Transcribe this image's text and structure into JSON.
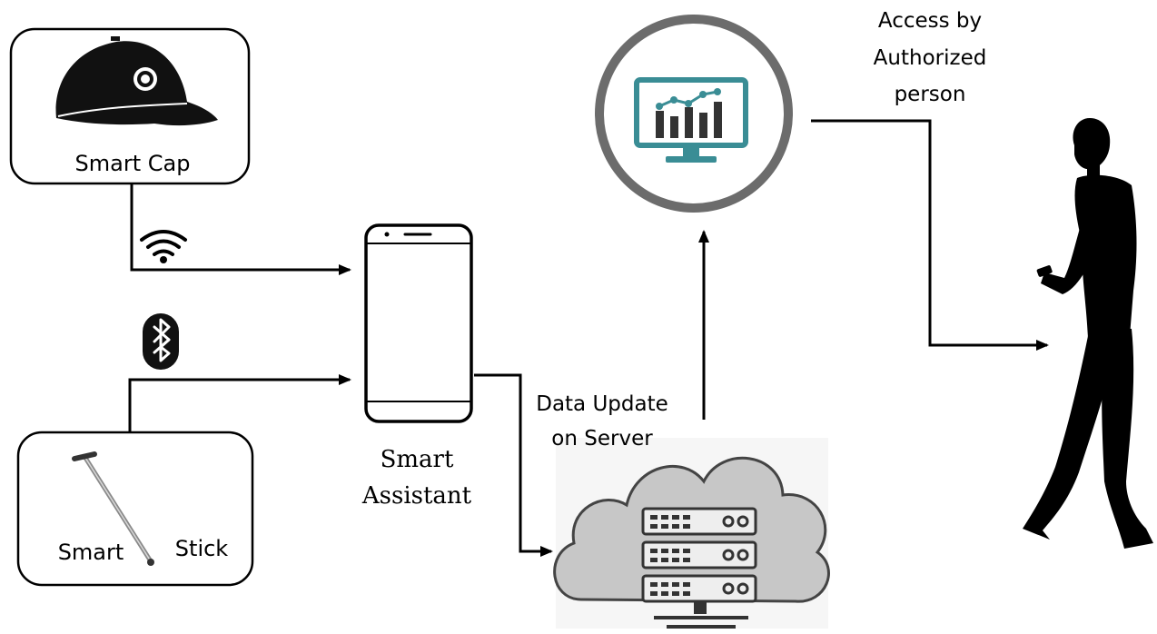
{
  "nodes": {
    "smart_cap": {
      "label": "Smart Cap"
    },
    "smart_stick": {
      "label_left": "Smart",
      "label_right": "Stick"
    },
    "smart_assistant": {
      "label_line1": "Smart",
      "label_line2": "Assistant"
    },
    "server": {
      "label_line1": "Data Update",
      "label_line2": "on Server"
    },
    "access": {
      "label_line1": "Access by",
      "label_line2": "Authorized",
      "label_line3": "person"
    }
  },
  "colors": {
    "line": "#000000",
    "monitor_teal": "#3a8d95",
    "ring_gray": "#6c6c6c",
    "cloud_fill": "#c7c7c7",
    "server_dark": "#333333",
    "watermark": "#e9e9e9"
  },
  "icons": [
    "wifi-icon",
    "bluetooth-icon",
    "cap-icon",
    "stick-icon",
    "phone-icon",
    "monitor-icon",
    "cloud-server-icon",
    "person-icon"
  ]
}
